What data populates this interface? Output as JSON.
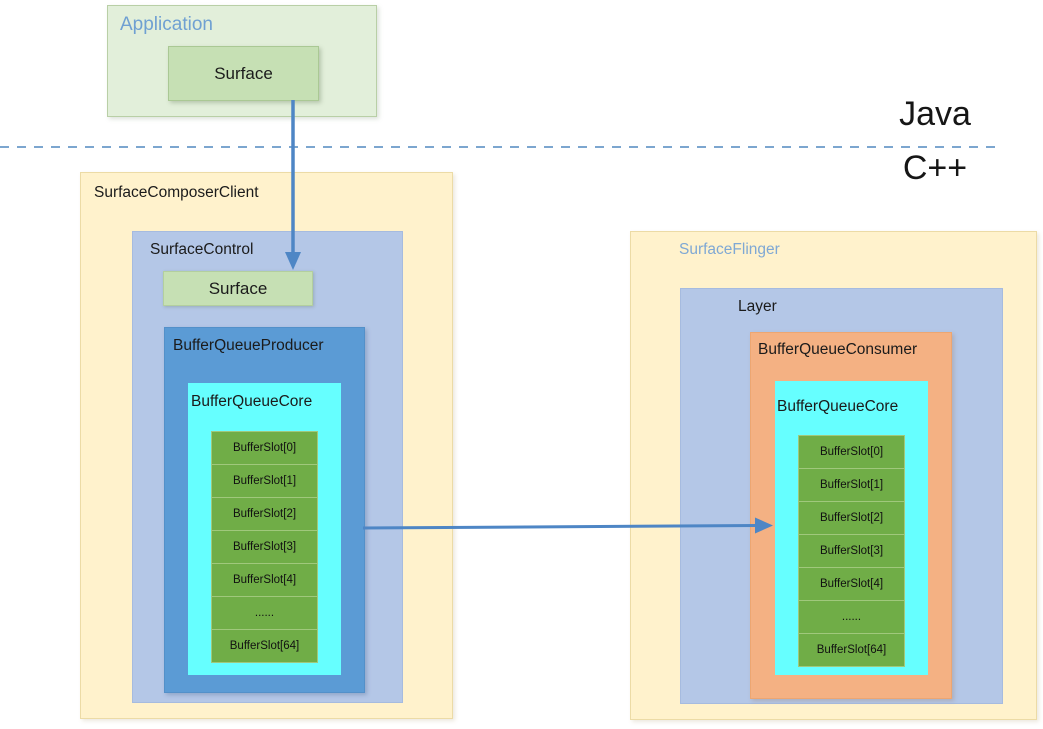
{
  "languages": {
    "top": "Java",
    "bottom": "C++"
  },
  "application": {
    "label": "Application",
    "surface_label": "Surface"
  },
  "client": {
    "label": "SurfaceComposerClient",
    "surface_control_label": "SurfaceControl",
    "surface_label": "Surface",
    "producer_label": "BufferQueueProducer",
    "core_label": "BufferQueueCore",
    "slots": [
      "BufferSlot[0]",
      "BufferSlot[1]",
      "BufferSlot[2]",
      "BufferSlot[3]",
      "BufferSlot[4]",
      "......",
      "BufferSlot[64]"
    ]
  },
  "flinger": {
    "label": "SurfaceFlinger",
    "layer_label": "Layer",
    "consumer_label": "BufferQueueConsumer",
    "core_label": "BufferQueueCore",
    "slots": [
      "BufferSlot[0]",
      "BufferSlot[1]",
      "BufferSlot[2]",
      "BufferSlot[3]",
      "BufferSlot[4]",
      "......",
      "BufferSlot[64]"
    ]
  },
  "colors": {
    "application_fill": "#E2EFDA",
    "surface_fill": "#C6E0B4",
    "process_fill": "#FFF2CC",
    "control_layer_fill": "#B4C7E7",
    "producer_fill": "#5B9BD5",
    "consumer_fill": "#F4B183",
    "core_fill": "#66FFFF",
    "slot_fill": "#70AD47",
    "arrow": "#4E86C5",
    "divider": "#7CA6CF",
    "title_blue": "#6FA0D2"
  }
}
